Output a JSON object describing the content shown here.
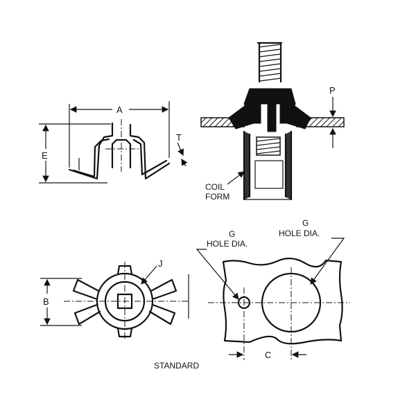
{
  "labels": {
    "A": "A",
    "E": "E",
    "T": "T",
    "P": "P",
    "coil": "COIL",
    "form": "FORM",
    "J": "J",
    "B": "B",
    "g_left": "G",
    "hole_dia_left": "HOLE DIA.",
    "g_right": "G",
    "hole_dia_right": "HOLE DIA.",
    "C": "C",
    "standard": "STANDARD"
  }
}
